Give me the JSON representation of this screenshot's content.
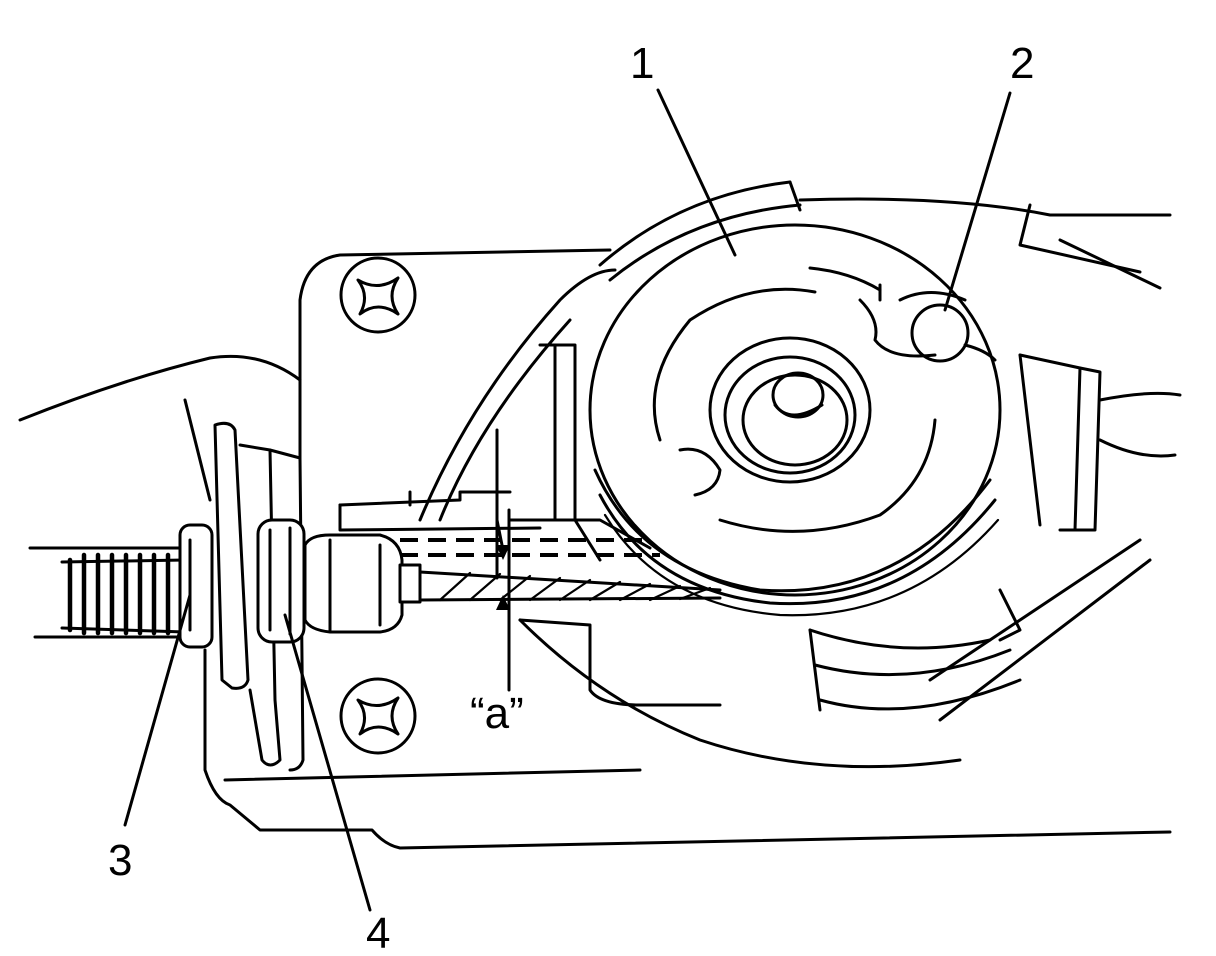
{
  "callouts": {
    "c1": "1",
    "c2": "2",
    "c3": "3",
    "c4": "4",
    "gap": "“a”"
  }
}
